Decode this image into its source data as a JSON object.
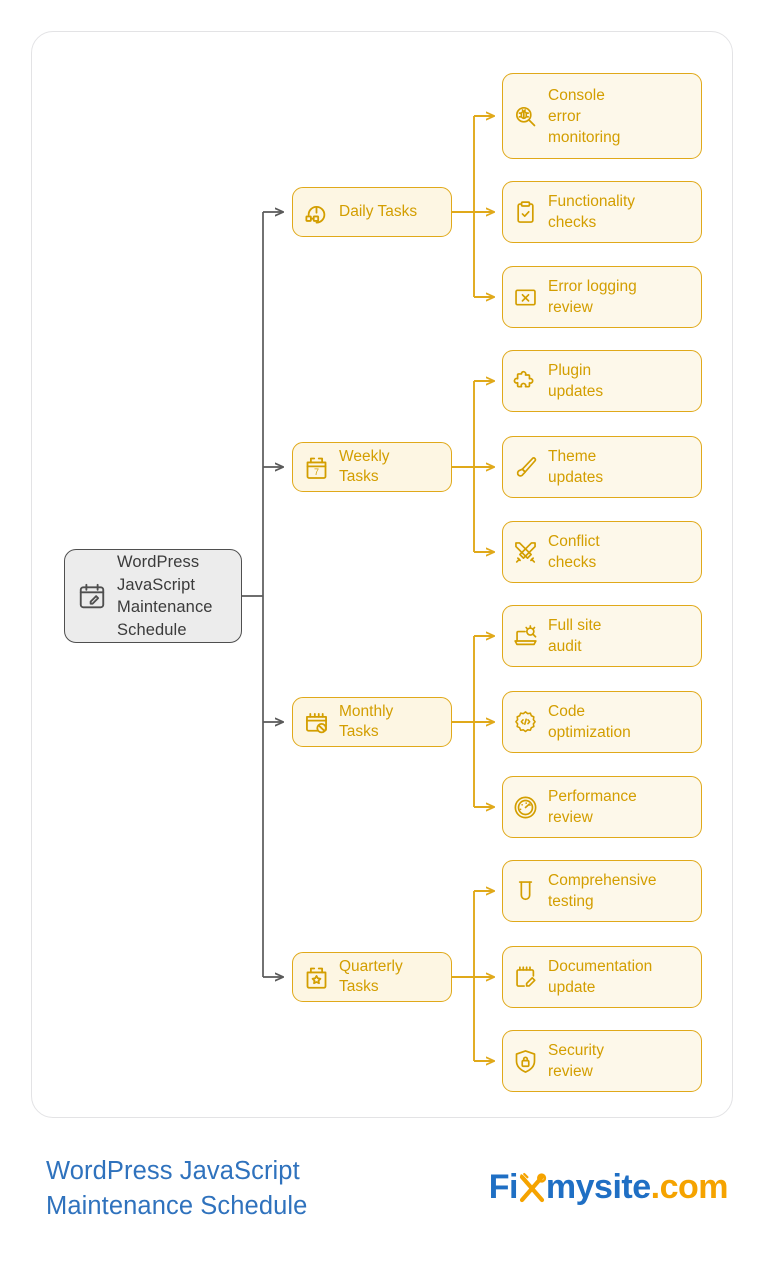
{
  "diagram": {
    "root": {
      "label": "WordPress\nJavaScript\nMaintenance\nSchedule",
      "icon": "calendar-edit-icon",
      "fill": "#ececec",
      "border": "#4f4f4f",
      "text_color": "#3b3b3b"
    },
    "accent": "#e0a91a",
    "leaf_fill": "#fdf8ea",
    "branch_fill": "#fdf6e3",
    "connector_root": "#5a5a5a",
    "connector_branch": "#e0a91a",
    "branches": [
      {
        "label": "Daily Tasks",
        "icon": "clock-day-icon",
        "leaves": [
          {
            "label": "Console\nerror\nmonitoring",
            "icon": "bug-search-icon"
          },
          {
            "label": "Functionality\nchecks",
            "icon": "clipboard-check-icon"
          },
          {
            "label": "Error logging\nreview",
            "icon": "x-box-icon"
          }
        ]
      },
      {
        "label": "Weekly\nTasks",
        "icon": "calendar-seven-icon",
        "leaves": [
          {
            "label": "Plugin\nupdates",
            "icon": "puzzle-piece-icon"
          },
          {
            "label": "Theme\nupdates",
            "icon": "paint-brush-icon"
          },
          {
            "label": "Conflict\nchecks",
            "icon": "crossed-swords-icon"
          }
        ]
      },
      {
        "label": "Monthly\nTasks",
        "icon": "calendar-block-icon",
        "leaves": [
          {
            "label": "Full site\naudit",
            "icon": "laptop-search-icon"
          },
          {
            "label": "Code\noptimization",
            "icon": "gear-code-icon"
          },
          {
            "label": "Performance\nreview",
            "icon": "gauge-icon"
          }
        ]
      },
      {
        "label": "Quarterly\nTasks",
        "icon": "calendar-star-icon",
        "leaves": [
          {
            "label": "Comprehensive\ntesting",
            "icon": "test-tube-icon"
          },
          {
            "label": "Documentation\nupdate",
            "icon": "note-edit-icon"
          },
          {
            "label": "Security\nreview",
            "icon": "shield-lock-icon"
          }
        ]
      }
    ]
  },
  "footer": {
    "title": "WordPress JavaScript\nMaintenance Schedule",
    "title_color": "#2f72bd",
    "logo": {
      "part1": "Fi",
      "part2": "mysite",
      "part3": ".com",
      "blue": "#1f6fc4",
      "orange": "#f5a300",
      "x_icon": "crossed-tools-x-icon"
    }
  }
}
